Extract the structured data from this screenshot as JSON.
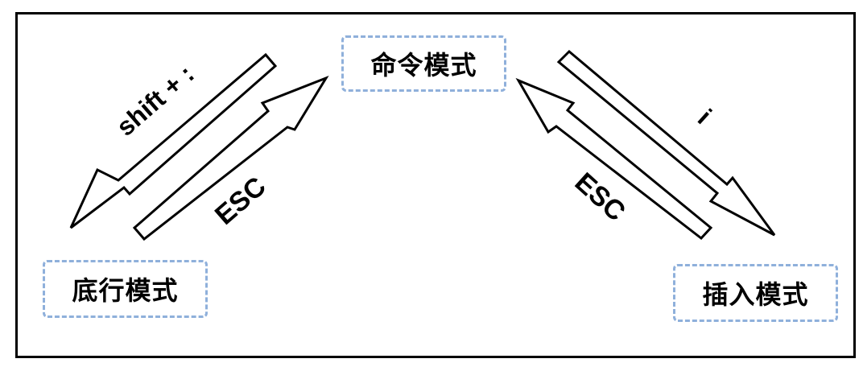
{
  "modes": {
    "command": "命令模式",
    "last_line": "底行模式",
    "insert": "插入模式"
  },
  "transitions": {
    "command_to_last_line": "shift + :",
    "last_line_to_command": "ESC",
    "command_to_insert": "i",
    "insert_to_command": "ESC"
  },
  "colors": {
    "border": "#000000",
    "dashed_box": "#8fb0db",
    "text": "#000000"
  }
}
